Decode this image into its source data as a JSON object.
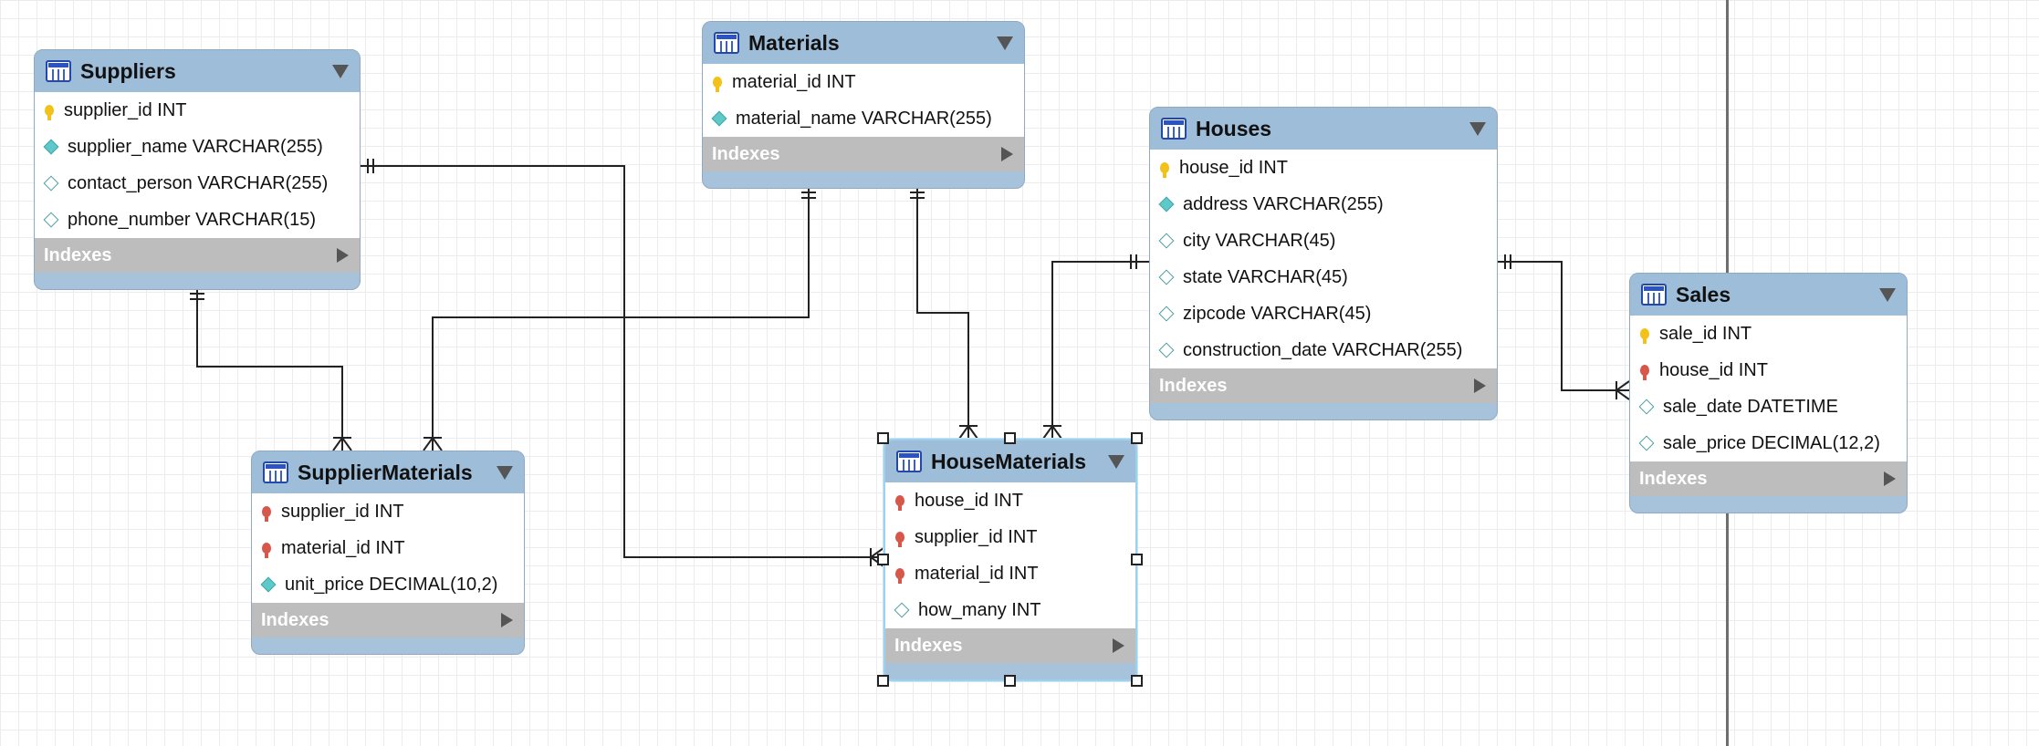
{
  "colors": {
    "header": "#9dbdd8",
    "indexes_bar": "#bdbdbd",
    "primary_key": "#f2c21b",
    "foreign_key": "#d7584b",
    "selection": "#9fd0ee"
  },
  "tables": {
    "suppliers": {
      "title": "Suppliers",
      "columns": [
        {
          "text": "supplier_id INT",
          "key": "pk"
        },
        {
          "text": "supplier_name VARCHAR(255)",
          "key": "nn"
        },
        {
          "text": "contact_person VARCHAR(255)",
          "key": "null"
        },
        {
          "text": "phone_number VARCHAR(15)",
          "key": "null"
        }
      ],
      "indexes_label": "Indexes"
    },
    "materials": {
      "title": "Materials",
      "columns": [
        {
          "text": "material_id INT",
          "key": "pk"
        },
        {
          "text": "material_name VARCHAR(255)",
          "key": "nn"
        }
      ],
      "indexes_label": "Indexes"
    },
    "houses": {
      "title": "Houses",
      "columns": [
        {
          "text": "house_id INT",
          "key": "pk"
        },
        {
          "text": "address VARCHAR(255)",
          "key": "nn"
        },
        {
          "text": "city VARCHAR(45)",
          "key": "null"
        },
        {
          "text": "state VARCHAR(45)",
          "key": "null"
        },
        {
          "text": "zipcode VARCHAR(45)",
          "key": "null"
        },
        {
          "text": "construction_date VARCHAR(255)",
          "key": "null"
        }
      ],
      "indexes_label": "Indexes"
    },
    "sales": {
      "title": "Sales",
      "columns": [
        {
          "text": "sale_id INT",
          "key": "pk"
        },
        {
          "text": "house_id INT",
          "key": "fk"
        },
        {
          "text": "sale_date DATETIME",
          "key": "null"
        },
        {
          "text": "sale_price DECIMAL(12,2)",
          "key": "null"
        }
      ],
      "indexes_label": "Indexes"
    },
    "supplier_materials": {
      "title": "SupplierMaterials",
      "columns": [
        {
          "text": "supplier_id INT",
          "key": "fk"
        },
        {
          "text": "material_id INT",
          "key": "fk"
        },
        {
          "text": "unit_price DECIMAL(10,2)",
          "key": "nn"
        }
      ],
      "indexes_label": "Indexes"
    },
    "house_materials": {
      "title": "HouseMaterials",
      "selected": true,
      "columns": [
        {
          "text": "house_id INT",
          "key": "fk"
        },
        {
          "text": "supplier_id INT",
          "key": "fk"
        },
        {
          "text": "material_id INT",
          "key": "fk"
        },
        {
          "text": "how_many INT",
          "key": "null"
        }
      ],
      "indexes_label": "Indexes"
    }
  },
  "relationships": [
    {
      "from": "Suppliers",
      "to": "SupplierMaterials",
      "cardinality": "one-to-many"
    },
    {
      "from": "Materials",
      "to": "SupplierMaterials",
      "cardinality": "one-to-many"
    },
    {
      "from": "Suppliers",
      "to": "HouseMaterials",
      "cardinality": "one-to-many"
    },
    {
      "from": "Materials",
      "to": "HouseMaterials",
      "cardinality": "one-to-many"
    },
    {
      "from": "Houses",
      "to": "HouseMaterials",
      "cardinality": "one-to-many"
    },
    {
      "from": "Houses",
      "to": "Sales",
      "cardinality": "one-to-many"
    }
  ]
}
